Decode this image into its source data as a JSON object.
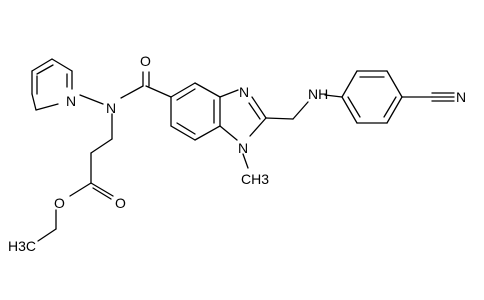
{
  "molecule": {
    "atoms": {
      "carbonyl_o": "O",
      "amide_n": "N",
      "pyridine_n": "N",
      "imidazole_n3": "N",
      "imidazole_n1": "N",
      "amine_nh": "NH",
      "nitrile_n": "N",
      "ester_o_carbonyl": "O",
      "ester_o": "O",
      "n_methyl": "CH3",
      "ethyl_ch3": "H3C"
    }
  }
}
